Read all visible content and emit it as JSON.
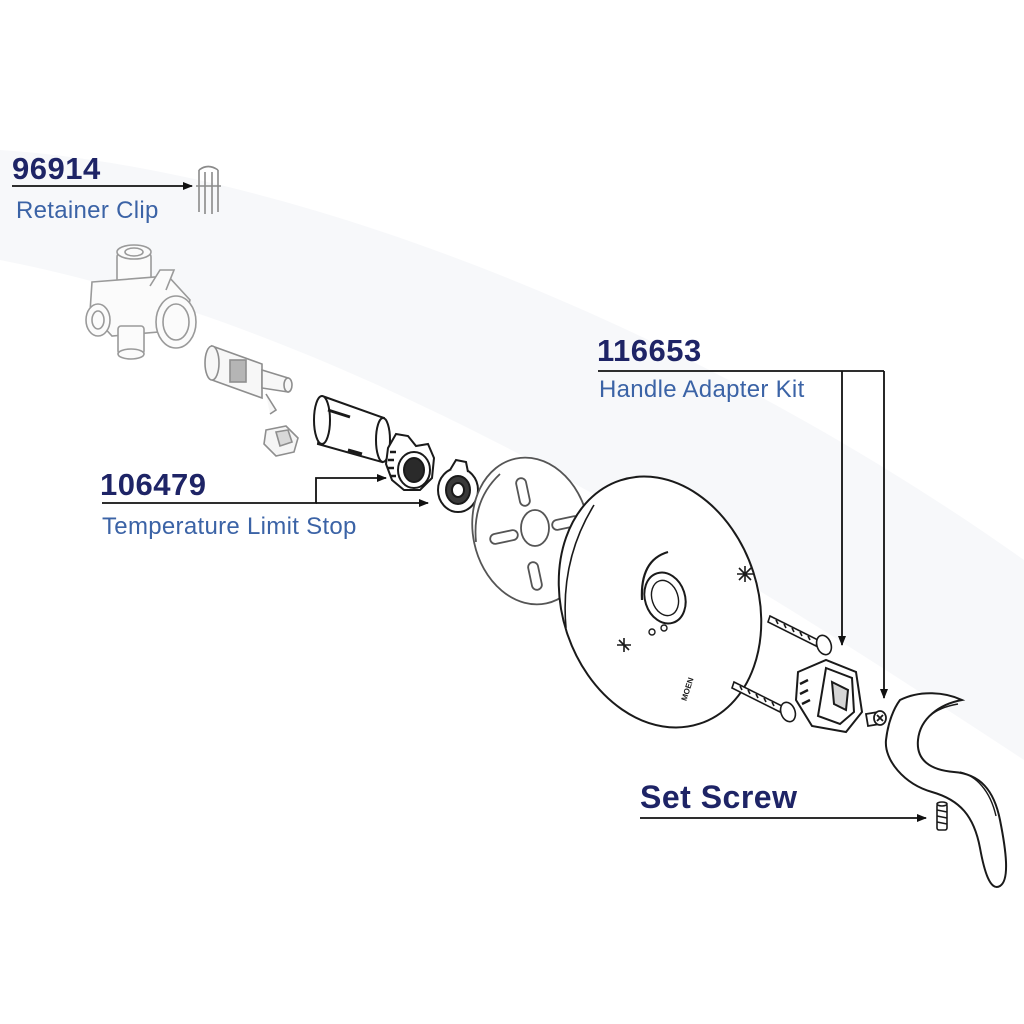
{
  "colors": {
    "part_number": "#1e2466",
    "part_name": "#3b63a6",
    "leader": "#111111",
    "part_outline": "#1a1a1a",
    "faded_part": "#9a9a9a"
  },
  "callouts": {
    "retainer_clip": {
      "number": "96914",
      "name": "Retainer Clip"
    },
    "temperature_limit_stop": {
      "number": "106479",
      "name": "Temperature Limit Stop"
    },
    "handle_adapter_kit": {
      "number": "116653",
      "name": "Handle Adapter Kit"
    },
    "set_screw": {
      "name": "Set Screw"
    }
  },
  "trim_plate": {
    "brand_text": "MOEN"
  },
  "icons": [
    "retainer-clip-icon",
    "valve-body-icon",
    "cartridge-icon",
    "stem-adapter-icon",
    "sleeve-icon",
    "limit-stop-ring-icon",
    "limit-stop-knob-icon",
    "mounting-plate-icon",
    "escutcheon-icon",
    "hot-cold-indicator-icon",
    "mounting-screw-icon",
    "handle-adapter-icon",
    "handle-screw-icon",
    "lever-handle-icon",
    "set-screw-icon"
  ]
}
